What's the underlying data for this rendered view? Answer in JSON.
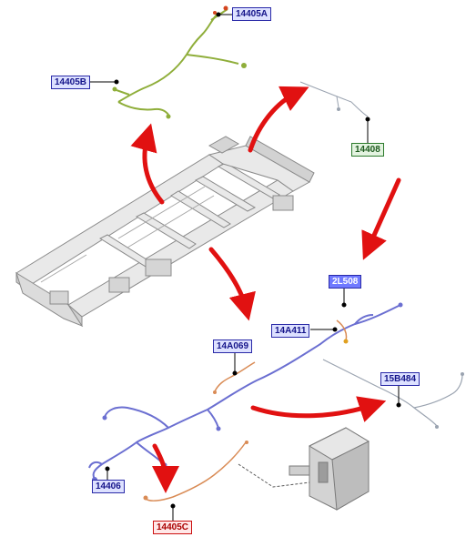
{
  "callouts": {
    "c1": "14405A",
    "c2": "14405B",
    "c3": "14408",
    "c4": "2L508",
    "c5": "14A411",
    "c6": "14A069",
    "c7": "15B484",
    "c8": "14406",
    "c9": "14405C"
  },
  "colors": {
    "arrow": "#e11111",
    "frame": "#9a9a9a",
    "harness_green": "#8fae3a",
    "harness_blue": "#6b6fd1",
    "harness_orange": "#d98b55",
    "harness_gray": "#9aa3b0"
  },
  "icons": [
    "frame-chassis-icon",
    "wiring-harness-icon",
    "battery-module-icon",
    "arrow-icon"
  ]
}
